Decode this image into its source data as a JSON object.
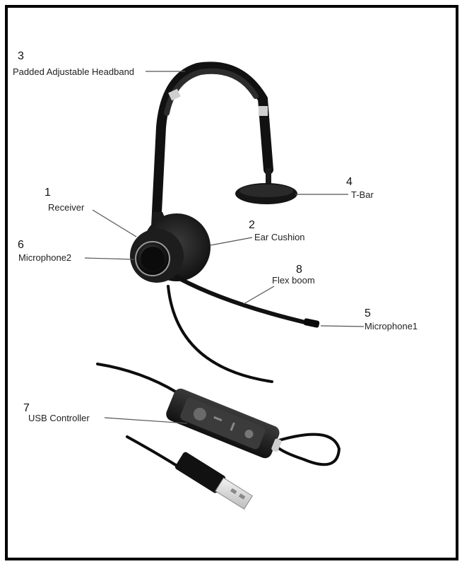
{
  "diagram": {
    "parts": [
      {
        "number": "1",
        "label": "Receiver"
      },
      {
        "number": "2",
        "label": "Ear Cushion"
      },
      {
        "number": "3",
        "label": "Padded Adjustable Headband"
      },
      {
        "number": "4",
        "label": "T-Bar"
      },
      {
        "number": "5",
        "label": "Microphone1"
      },
      {
        "number": "6",
        "label": "Microphone2"
      },
      {
        "number": "7",
        "label": "USB Controller"
      },
      {
        "number": "8",
        "label": "Flex boom"
      }
    ]
  }
}
